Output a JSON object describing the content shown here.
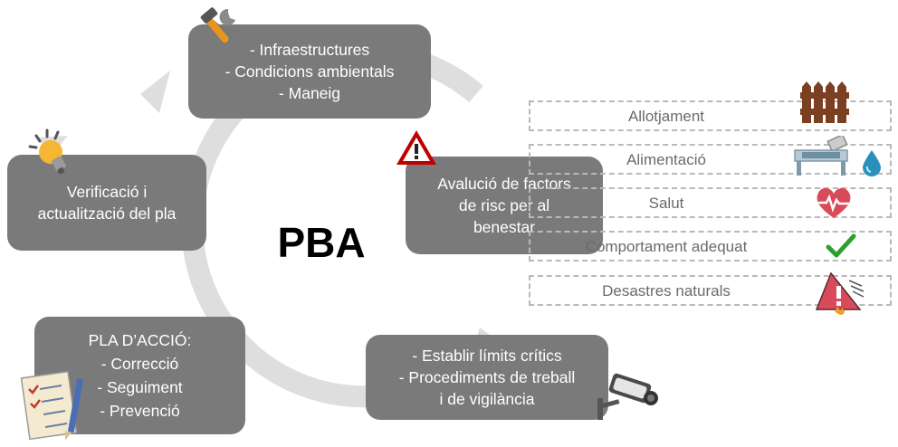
{
  "center_title": "PBA",
  "boxes": {
    "top": [
      "- Infraestructures",
      "- Condicions ambientals",
      "- Maneig"
    ],
    "left": [
      "Verificació i",
      "actualització del pla"
    ],
    "right": [
      "Avalució de factors",
      "de risc per al",
      "benestar"
    ],
    "bottom_left": [
      "PLA D’ACCIÓ:",
      "- Correcció",
      "-  Seguiment",
      "-  Prevenció"
    ],
    "bottom_right": [
      "-  Establir límits crítics",
      "-  Procediments de treball",
      "i de vigilància"
    ]
  },
  "risk_factors": [
    "Allotjament",
    "Alimentació",
    "Salut",
    "Comportament adequat",
    "Desastres naturals"
  ],
  "icons": [
    "wrench-hammer-icon",
    "warning-triangle-icon",
    "lightbulb-icon",
    "checklist-icon",
    "security-camera-icon",
    "fence-icon",
    "feeder-icon",
    "water-drop-icon",
    "heart-pulse-icon",
    "checkmark-icon",
    "natural-disaster-icon"
  ],
  "colors": {
    "box_fill": "#7a7a7a",
    "cycle_arrow": "#d9d9d9",
    "dashed_border": "#b9b9b9",
    "warning_red": "#c00000",
    "check_green": "#2e9e2e",
    "fence_brown": "#7b3f22",
    "drop_blue": "#2a8fbd"
  }
}
